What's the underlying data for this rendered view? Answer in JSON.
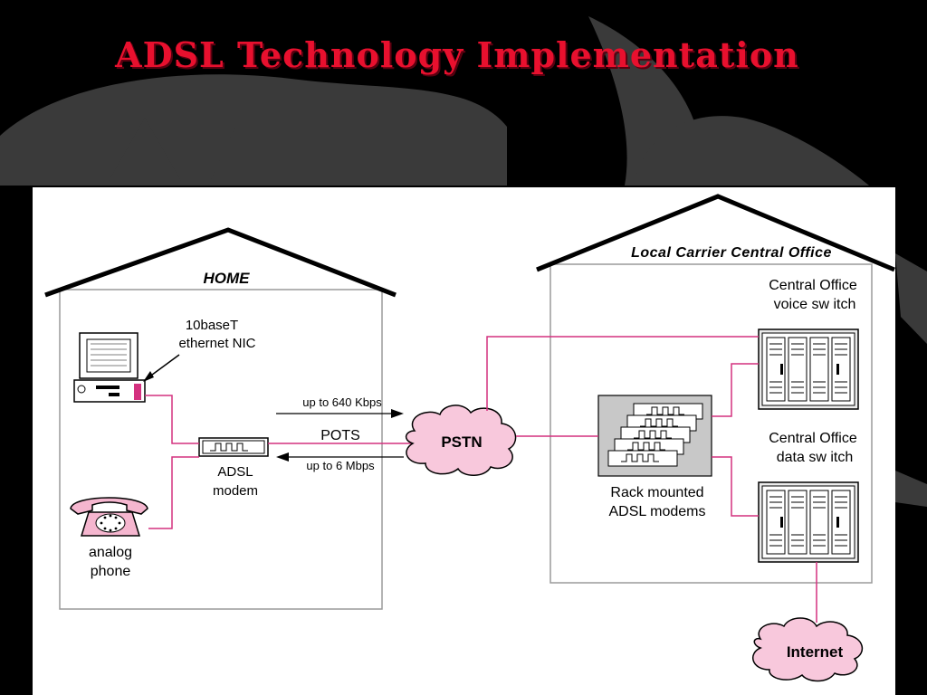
{
  "title": "ADSL Technology Implementation",
  "colors": {
    "accent": "#e8102e",
    "link_line": "#d4317f",
    "cloud_fill": "#f8c8dc",
    "background": "#000000",
    "panel": "#ffffff"
  },
  "home": {
    "label": "HOME",
    "pc_label_line1": "10baseT",
    "pc_label_line2": "ethernet NIC",
    "modem_label_line1": "ADSL",
    "modem_label_line2": "modem",
    "phone_label_line1": "analog",
    "phone_label_line2": "phone"
  },
  "links": {
    "upstream": "up to 640 Kbps",
    "pots": "POTS",
    "downstream": "up to 6 Mbps"
  },
  "pstn": {
    "label": "PSTN"
  },
  "central_office": {
    "label": "Local Carrier Central Office",
    "voice_switch_line1": "Central Office",
    "voice_switch_line2": "voice sw itch",
    "data_switch_line1": "Central Office",
    "data_switch_line2": "data sw itch",
    "rack_label_line1": "Rack mounted",
    "rack_label_line2": "ADSL modems"
  },
  "internet": {
    "label": "Internet"
  },
  "icons": [
    "computer-icon",
    "modem-icon",
    "telephone-icon",
    "cloud-icon",
    "switch-cabinet-icon",
    "modem-rack-icon"
  ]
}
